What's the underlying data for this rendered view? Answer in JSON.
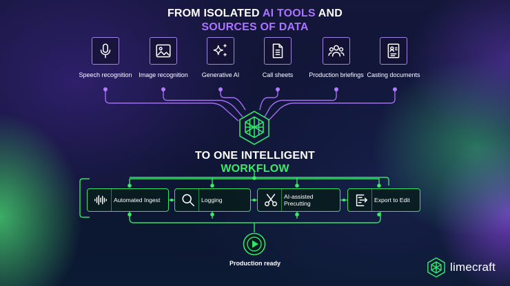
{
  "heading_top": {
    "line1_a": "FROM ISOLATED ",
    "line1_b": "AI TOOLS",
    "line1_c": " AND",
    "line2": "SOURCES OF DATA"
  },
  "sources": [
    {
      "label": "Speech recognition",
      "icon": "microphone-icon"
    },
    {
      "label": "Image recognition",
      "icon": "image-icon"
    },
    {
      "label": "Generative AI",
      "icon": "sparkles-icon"
    },
    {
      "label": "Call sheets",
      "icon": "document-icon"
    },
    {
      "label": "Production briefings",
      "icon": "people-icon"
    },
    {
      "label": "Casting documents",
      "icon": "id-card-icon"
    }
  ],
  "heading_mid": {
    "line1": "TO ONE INTELLIGENT",
    "line2": "WORKFLOW"
  },
  "steps": [
    {
      "label": "Automated Ingest",
      "icon": "waveform-icon"
    },
    {
      "label": "Logging",
      "icon": "search-icon"
    },
    {
      "label": "AI-assisted Precutting",
      "icon": "scissors-icon"
    },
    {
      "label": "Export to Edit",
      "icon": "export-icon"
    }
  ],
  "result": {
    "label": "Production ready",
    "icon": "play-icon"
  },
  "brand": {
    "name": "limecraft",
    "icon": "limecraft-logo"
  },
  "colors": {
    "purple": "#a974ff",
    "green": "#3bea69",
    "background": "#0e1330"
  }
}
